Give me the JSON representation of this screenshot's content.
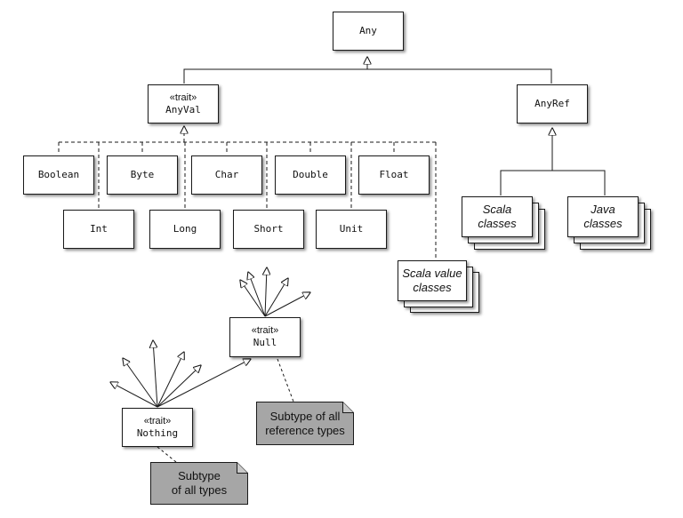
{
  "diagram": {
    "any": "Any",
    "anyval": {
      "stereotype": "«trait»",
      "name": "AnyVal"
    },
    "anyref": "AnyRef",
    "value_types_row1": [
      "Boolean",
      "Byte",
      "Char",
      "Double",
      "Float"
    ],
    "value_types_row2": [
      "Int",
      "Long",
      "Short",
      "Unit"
    ],
    "scala_value_classes": [
      "Scala value",
      "classes"
    ],
    "scala_classes": [
      "Scala",
      "classes"
    ],
    "java_classes": [
      "Java",
      "classes"
    ],
    "null_type": {
      "stereotype": "«trait»",
      "name": "Null"
    },
    "nothing_type": {
      "stereotype": "«trait»",
      "name": "Nothing"
    },
    "note_null": [
      "Subtype of all",
      "reference types"
    ],
    "note_nothing": [
      "Subtype",
      "of all types"
    ]
  },
  "colors": {
    "note_fill": "#a6a6a6",
    "line": "#1a1a1a"
  }
}
